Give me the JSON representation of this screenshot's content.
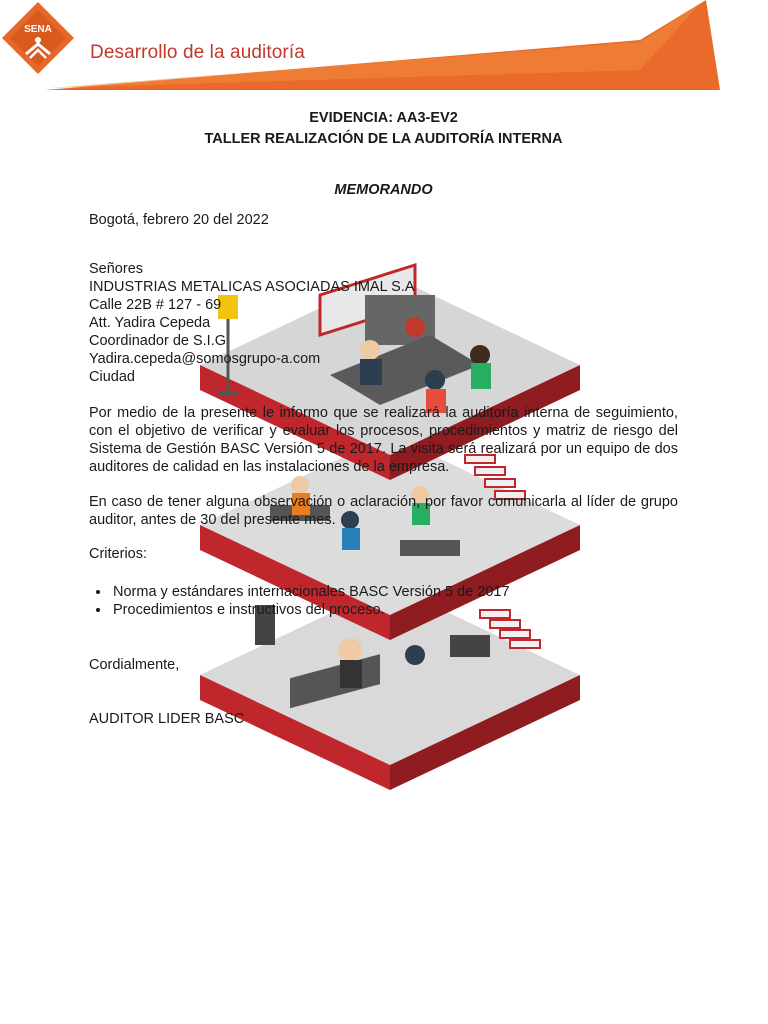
{
  "header": {
    "title": "Desarrollo de la auditoría",
    "logo_text": "SENA",
    "accent_color": "#e8672a",
    "title_color": "#c0392b"
  },
  "document": {
    "evidence": "EVIDENCIA: AA3-EV2",
    "workshop": "TALLER REALIZACIÓN DE LA AUDITORÍA INTERNA",
    "memo_title": "MEMORANDO",
    "date": "Bogotá, febrero 20 del 2022",
    "recipient": {
      "salutation": "Señores",
      "company": "INDUSTRIAS METALICAS ASOCIADAS IMAL S.A",
      "address": "Calle 22B # 127 - 69",
      "attention": "Att. Yadira Cepeda",
      "role": "Coordinador de S.I.G",
      "email": "Yadira.cepeda@somosgrupo-a.com",
      "city": "Ciudad"
    },
    "paragraph1": "Por medio de la presente le informo que se realizará la auditoría interna de seguimiento, con el objetivo de verificar y evaluar los procesos, procedimientos y matriz de riesgo del Sistema de Gestión BASC Versión 5 de 2017. La visita será realizará por un equipo de dos auditores de calidad en las instalaciones de la empresa.",
    "paragraph2": "En caso de tener alguna observación o aclaración, por favor comunicarla al líder de grupo auditor, antes de 30 del presente mes.",
    "criteria_label": "Criterios:",
    "criteria": [
      "Norma y estándares internacionales BASC Versión 5 de 2017",
      "Procedimientos e instructivos del proceso."
    ],
    "closing": "Cordialmente,",
    "signature": "AUDITOR LIDER BASC"
  }
}
